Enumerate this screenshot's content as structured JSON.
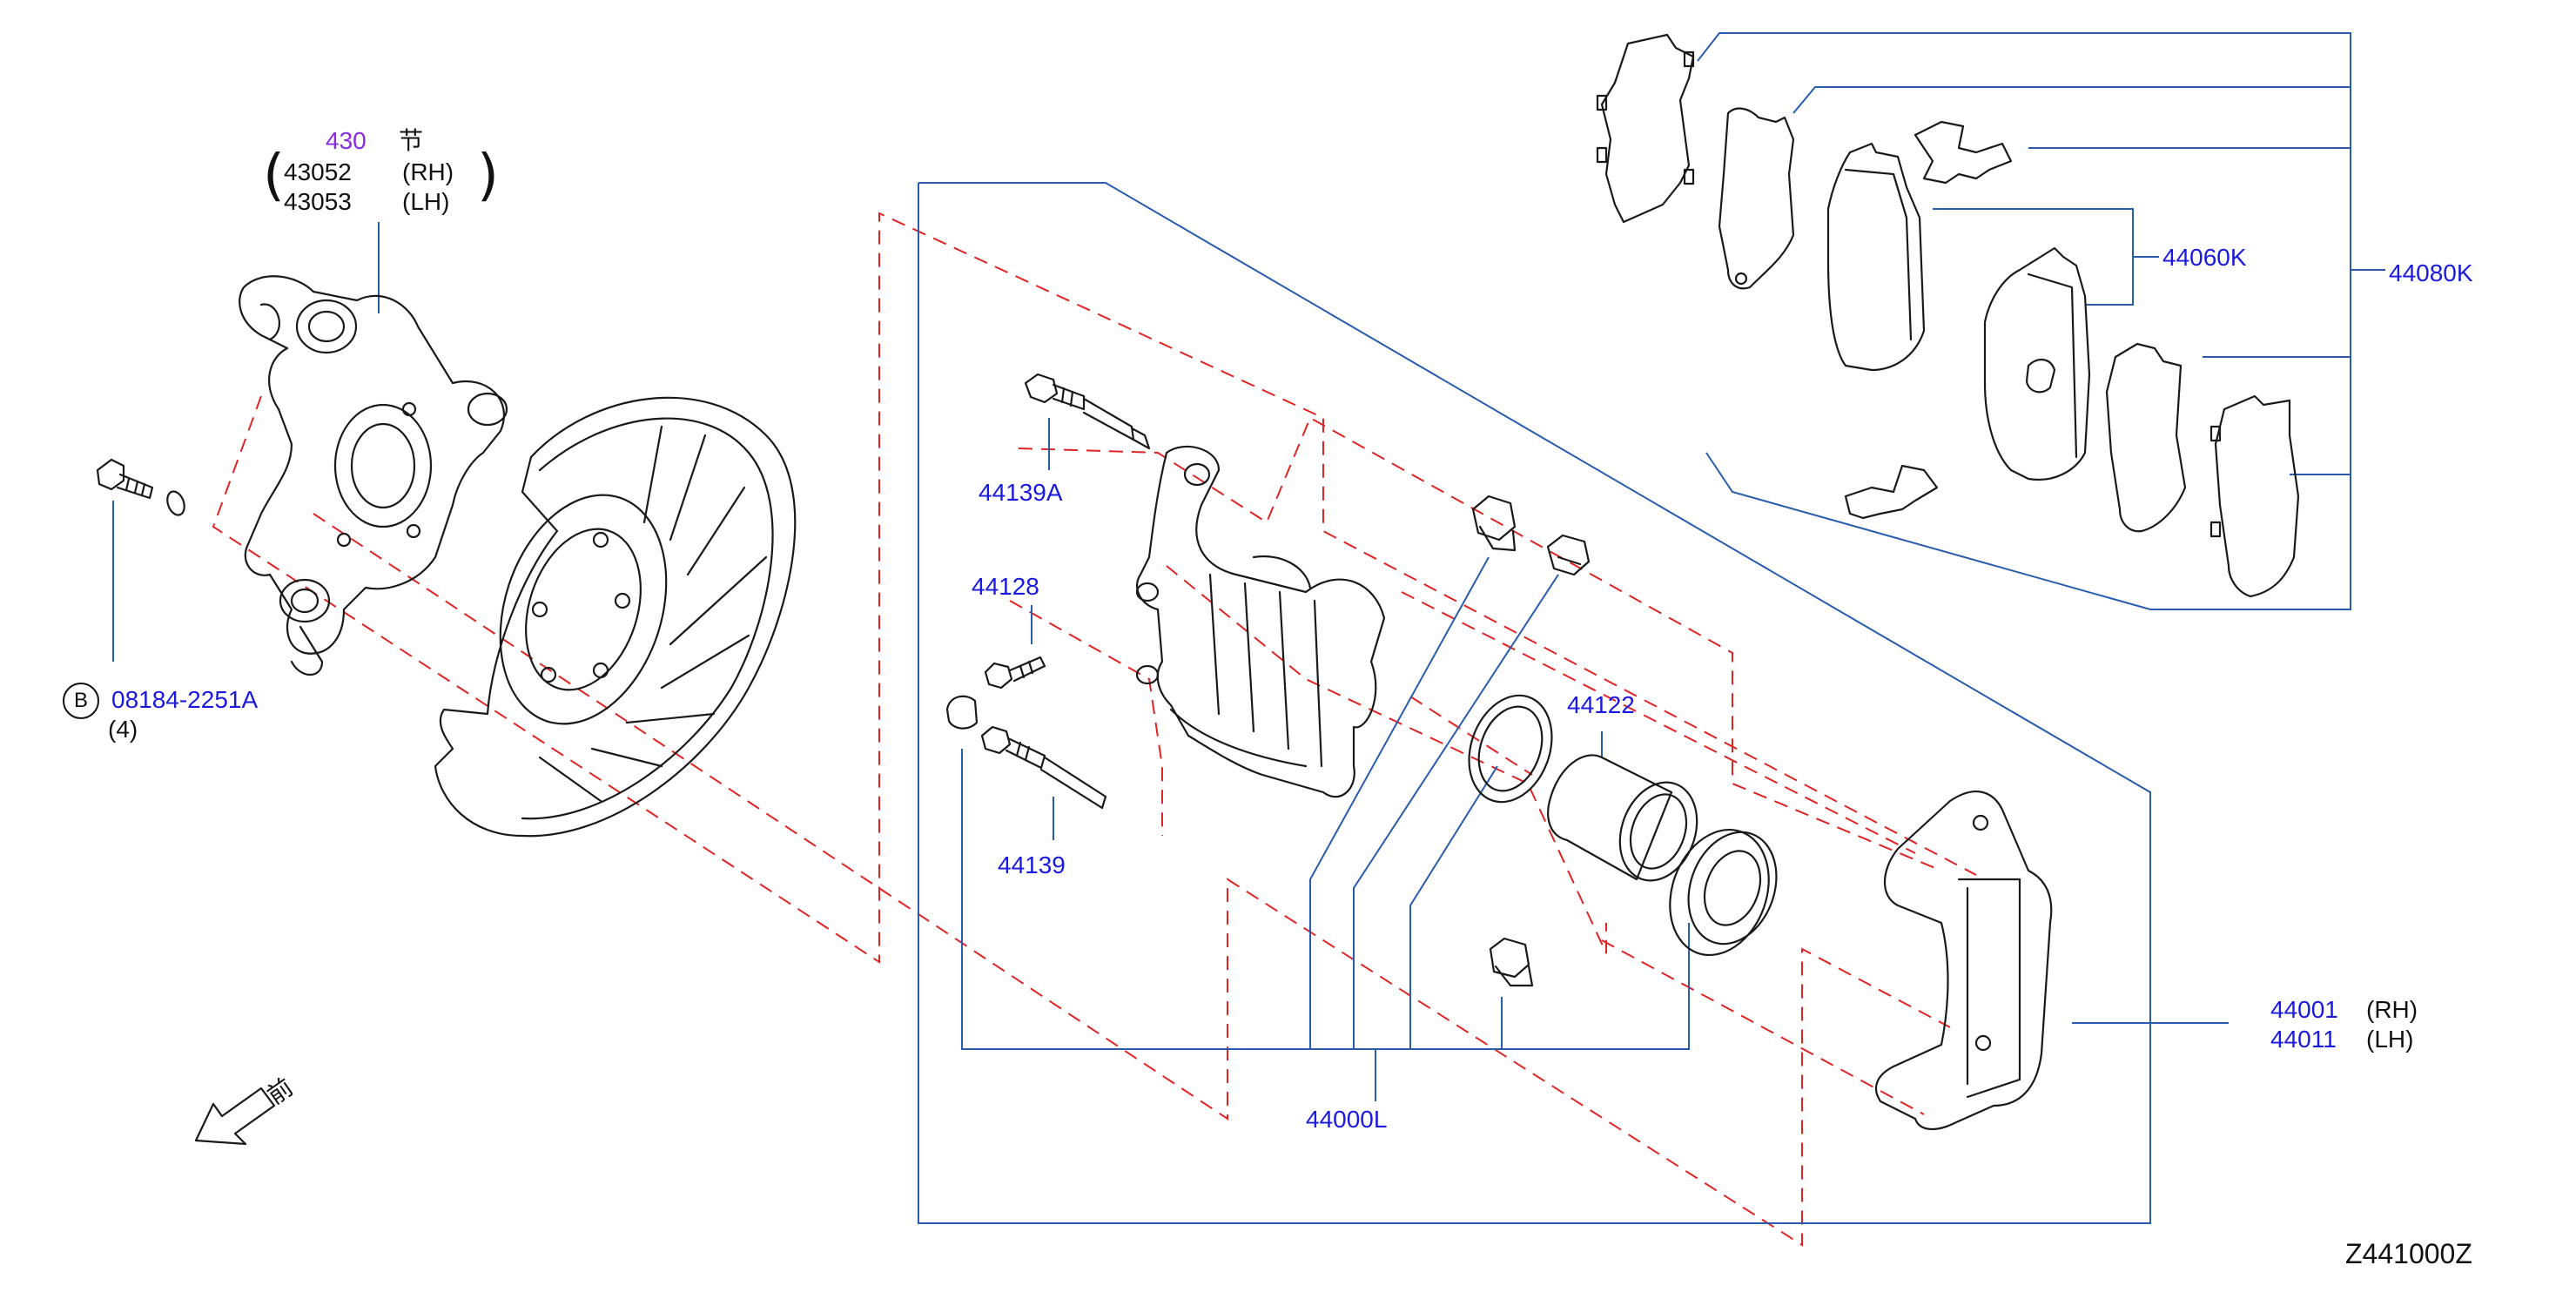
{
  "diagram_id": "Z441000Z",
  "front_marker": "前",
  "labels": {
    "knuckle_num": "430",
    "knuckle_name": "节",
    "knuckle_rh_num": "43052",
    "knuckle_rh_side": "(RH)",
    "knuckle_lh_num": "43053",
    "knuckle_lh_side": "(LH)",
    "bolt_circle": "B",
    "bolt_num": "08184-2251A",
    "bolt_qty": "(4)",
    "pin_a": "44139A",
    "bleeder": "44128",
    "pin": "44139",
    "piston": "44122",
    "caliper_assy": "44000L",
    "pad_set": "44060K",
    "pad_kit": "44080K",
    "bracket_rh_num": "44001",
    "bracket_rh_side": "(RH)",
    "bracket_lh_num": "44011",
    "bracket_lh_side": "(LH)"
  },
  "colors": {
    "part_number": "#1a1adf",
    "highlight": "#8a2be2",
    "leader": "#2a5cad",
    "dashed_guide": "#e02424",
    "outline": "#1a1a1a"
  }
}
